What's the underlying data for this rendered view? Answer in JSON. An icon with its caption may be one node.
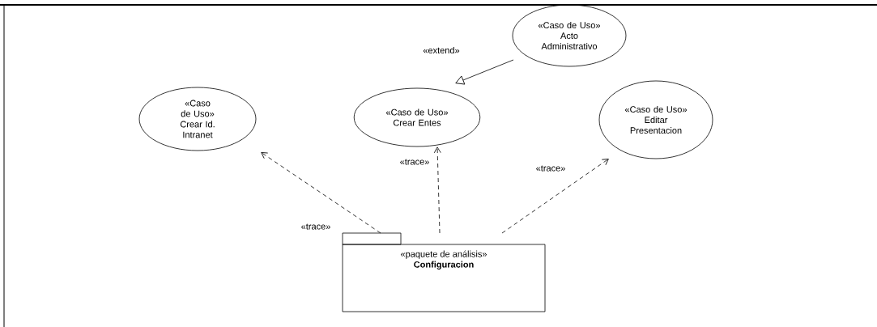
{
  "diagram": {
    "nodes": [
      {
        "text": [
          "«Caso de Uso»",
          "Crear Id. Intranet"
        ]
      },
      {
        "text": [
          "«Caso de Uso»",
          "Crear Entes"
        ]
      },
      {
        "text": [
          "«Caso de Uso»",
          "Acto Administrativo"
        ]
      },
      {
        "text": [
          "«Caso de Uso»",
          "Editar Presentacion"
        ]
      },
      {
        "text": [
          "«paquete de análisis»",
          "Configuracion"
        ]
      }
    ],
    "edges": [
      {
        "from": 2,
        "to": 1,
        "arrow": "to",
        "label": "«extend»"
      },
      {
        "from": 4,
        "to": 0,
        "arrow": "to",
        "style": "dashed",
        "label": "«trace»"
      },
      {
        "from": 4,
        "to": 1,
        "arrow": "to",
        "style": "dashed",
        "label": "«trace»"
      },
      {
        "from": 4,
        "to": 3,
        "arrow": "to",
        "style": "dashed",
        "label": "«trace»"
      }
    ]
  }
}
